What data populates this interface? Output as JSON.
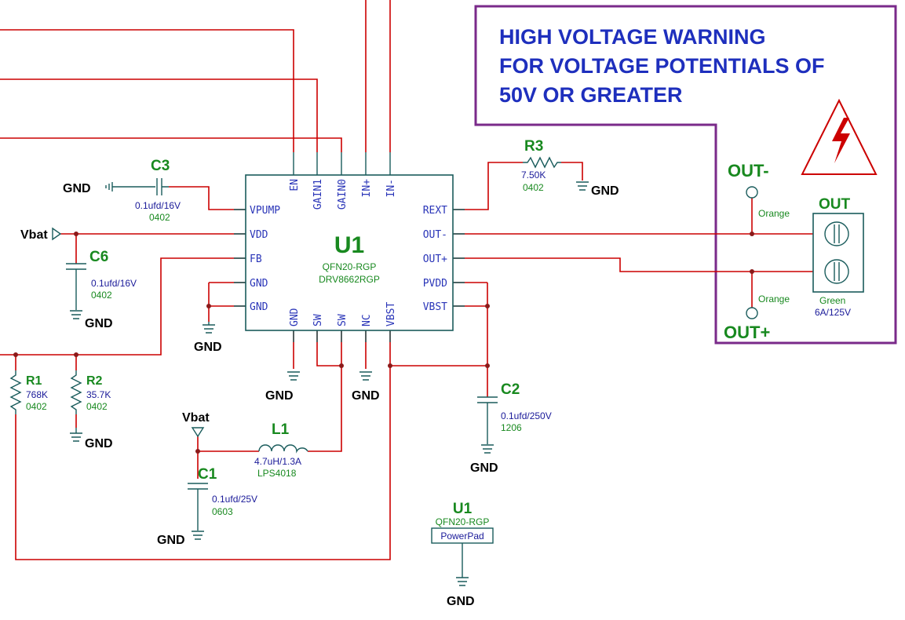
{
  "warning": {
    "lines": [
      "HIGH VOLTAGE WARNING",
      "FOR VOLTAGE POTENTIALS OF",
      "50V OR GREATER"
    ],
    "border_color": "#7a2a8a",
    "icon": "high-voltage-warning-icon"
  },
  "u1": {
    "ref": "U1",
    "package": "QFN20-RGP",
    "part": "DRV8662RGP",
    "pins_left": [
      "VPUMP",
      "VDD",
      "FB",
      "GND",
      "GND"
    ],
    "pins_right": [
      "REXT",
      "OUT-",
      "OUT+",
      "PVDD",
      "VBST"
    ],
    "pins_top": [
      "EN",
      "GAIN1",
      "GAIN0",
      "IN+",
      "IN-"
    ],
    "pins_bottom": [
      "GND",
      "SW",
      "SW",
      "NC",
      "VBST"
    ]
  },
  "u1_pad": {
    "ref": "U1",
    "package": "QFN20-RGP",
    "label": "PowerPad"
  },
  "components": {
    "c3": {
      "ref": "C3",
      "value": "0.1ufd/16V",
      "package": "0402"
    },
    "c6": {
      "ref": "C6",
      "value": "0.1ufd/16V",
      "package": "0402"
    },
    "r3": {
      "ref": "R3",
      "value": "7.50K",
      "package": "0402"
    },
    "r1": {
      "ref": "R1",
      "value": "768K",
      "package": "0402"
    },
    "r2": {
      "ref": "R2",
      "value": "35.7K",
      "package": "0402"
    },
    "l1": {
      "ref": "L1",
      "value": "4.7uH/1.3A",
      "package": "LPS4018"
    },
    "c1": {
      "ref": "C1",
      "value": "0.1ufd/25V",
      "package": "0603"
    },
    "c2": {
      "ref": "C2",
      "value": "0.1ufd/250V",
      "package": "1206"
    }
  },
  "connector": {
    "ref": "OUT",
    "color": "Green",
    "rating": "6A/125V",
    "out_minus": "OUT-",
    "out_plus": "OUT+",
    "test_point_color": "Orange"
  },
  "labels": {
    "gnd": "GND",
    "vbat": "Vbat"
  },
  "colors": {
    "wire": "#cc0000",
    "component": "#1a5c5c",
    "refdes": "#18891f",
    "pin_text": "#2a35b8",
    "warning_text": "#1e2fbd"
  }
}
